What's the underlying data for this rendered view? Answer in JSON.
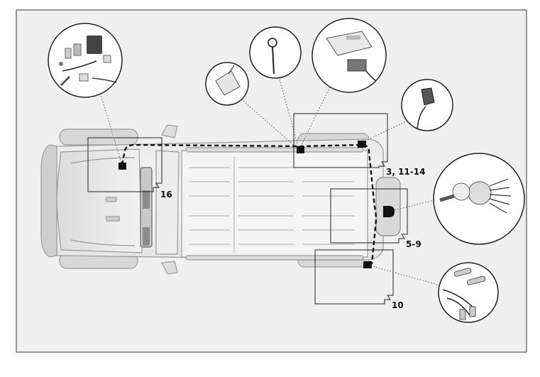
{
  "diagram": {
    "labels": {
      "zone_16": "16",
      "zone_3_11_14": "3, 11-14",
      "zone_5_9": "5-9",
      "zone_10": "10"
    }
  }
}
